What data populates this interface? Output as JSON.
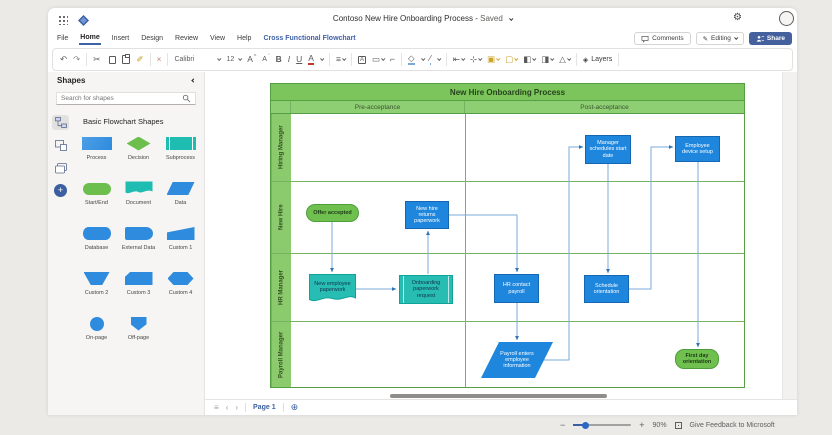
{
  "app": {
    "document_title": "Contoso New Hire Onboarding Process",
    "save_status": "Saved",
    "title_separator": "-"
  },
  "menu": {
    "tabs": [
      "File",
      "Home",
      "Insert",
      "Design",
      "Review",
      "View",
      "Help"
    ],
    "active_tab": "Home",
    "contextual_tab": "Cross Functional Flowchart",
    "comments_label": "Comments",
    "editing_label": "Editing",
    "share_label": "Share"
  },
  "ribbon": {
    "font_name": "Calibri",
    "font_size": "12",
    "bold_label": "B",
    "italic_label": "I",
    "underline_label": "U",
    "font_color_label": "A",
    "grow_font_label": "A",
    "shrink_font_label": "A",
    "text_box_label": "A",
    "layers_label": "Layers"
  },
  "shapes_panel": {
    "title": "Shapes",
    "search_placeholder": "Search for shapes",
    "section_title": "Basic Flowchart Shapes",
    "stencil_shapes": [
      {
        "name": "Process"
      },
      {
        "name": "Decision"
      },
      {
        "name": "Subprocess"
      },
      {
        "name": "Start/End"
      },
      {
        "name": "Document"
      },
      {
        "name": "Data"
      },
      {
        "name": "Database"
      },
      {
        "name": "External Data"
      },
      {
        "name": "Custom 1"
      },
      {
        "name": "Custom 2"
      },
      {
        "name": "Custom 3"
      },
      {
        "name": "Custom 4"
      },
      {
        "name": "On-page"
      },
      {
        "name": "Off-page"
      }
    ]
  },
  "diagram": {
    "title": "New Hire Onboarding Process",
    "phases": [
      "Pre-acceptance",
      "Post-acceptance"
    ],
    "lanes": [
      "Hiring Manager",
      "New Hire",
      "HR Manager",
      "Payroll Manager"
    ],
    "shapes": [
      {
        "label": "Offer accepted",
        "type": "start-end",
        "lane": "New Hire"
      },
      {
        "label": "New hire returns paperwork",
        "type": "process",
        "lane": "New Hire"
      },
      {
        "label": "New employee paperwork",
        "type": "document",
        "lane": "HR Manager"
      },
      {
        "label": "Onboarding paperwork request",
        "type": "subprocess",
        "lane": "HR Manager"
      },
      {
        "label": "HR contact payroll",
        "type": "process",
        "lane": "HR Manager"
      },
      {
        "label": "Schedule orientation",
        "type": "process",
        "lane": "HR Manager"
      },
      {
        "label": "Manager schedules start date",
        "type": "process",
        "lane": "Hiring Manager"
      },
      {
        "label": "Employee device setup",
        "type": "process",
        "lane": "Hiring Manager"
      },
      {
        "label": "Payroll enters employee information",
        "type": "data",
        "lane": "Payroll Manager"
      },
      {
        "label": "First day orientation",
        "type": "start-end",
        "lane": "Payroll Manager"
      }
    ],
    "connections": [
      {
        "from": "Offer accepted",
        "to": "New employee paperwork"
      },
      {
        "from": "New employee paperwork",
        "to": "Onboarding paperwork request"
      },
      {
        "from": "Onboarding paperwork request",
        "to": "New hire returns paperwork"
      },
      {
        "from": "New hire returns paperwork",
        "to": "HR contact payroll"
      },
      {
        "from": "HR contact payroll",
        "to": "Payroll enters employee information"
      },
      {
        "from": "Payroll enters employee information",
        "to": "Manager schedules start date"
      },
      {
        "from": "Manager schedules start date",
        "to": "Schedule orientation"
      },
      {
        "from": "Schedule orientation",
        "to": "Employee device setup"
      },
      {
        "from": "Employee device setup",
        "to": "First day orientation"
      }
    ]
  },
  "status_bar": {
    "page_label": "Page 1"
  },
  "zoom_bar": {
    "zoom_level": "90%",
    "feedback_label": "Give Feedback to Microsoft"
  },
  "colors": {
    "accent_blue": "#44619e",
    "shape_blue": "#1e86dc",
    "shape_teal": "#27bdb3",
    "shape_green": "#70c050",
    "band_green": "#7cc45c",
    "connector_blue": "#79abd9"
  }
}
